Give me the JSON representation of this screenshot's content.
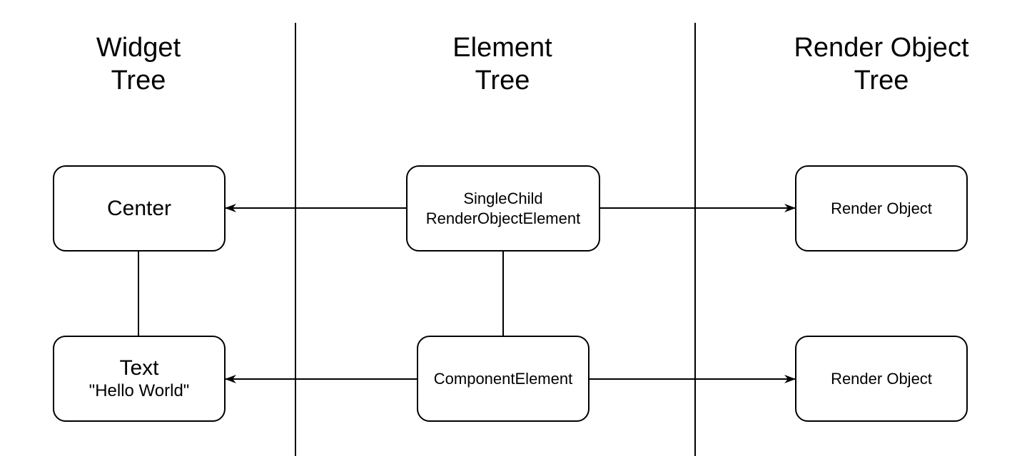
{
  "columns": {
    "widget": {
      "title": "Widget\nTree"
    },
    "element": {
      "title": "Element\nTree"
    },
    "render": {
      "title": "Render Object\nTree"
    }
  },
  "nodes": {
    "center": {
      "label": "Center"
    },
    "text": {
      "line1": "Text",
      "line2": "\"Hello World\""
    },
    "single_child": {
      "line1": "SingleChild",
      "line2": "RenderObjectElement"
    },
    "component": {
      "label": "ComponentElement"
    },
    "render_object_1": {
      "label": "Render Object"
    },
    "render_object_2": {
      "label": "Render Object"
    }
  },
  "colors": {
    "stroke": "#000000",
    "background": "#ffffff"
  }
}
